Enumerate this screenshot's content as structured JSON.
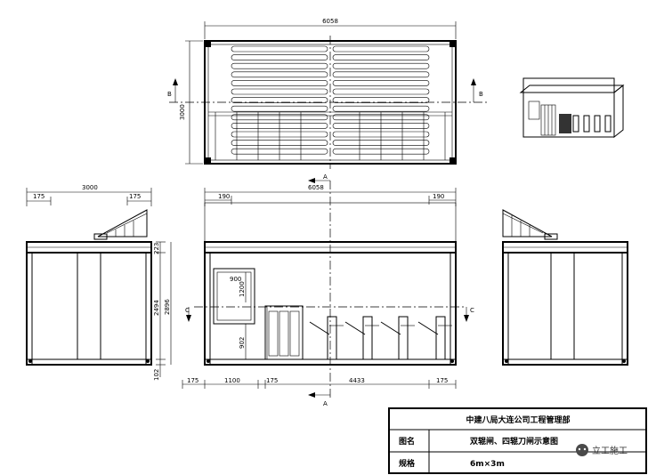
{
  "dimensions": {
    "top_width": "6058",
    "top_height": "3000",
    "side_width": "3000",
    "side_left_offset": "175",
    "side_right_offset": "175",
    "front_width": "6058",
    "front_left_offset": "190",
    "front_right_offset": "190",
    "right_h_1": "223",
    "right_h_2": "2494",
    "right_h_3": "2896",
    "right_h_4": "102",
    "window_w": "900",
    "window_h": "1200",
    "window_sill": "902",
    "bottom_1": "175",
    "bottom_2": "1100",
    "bottom_3": "175",
    "bottom_4": "4433",
    "bottom_5": "175"
  },
  "section_marks": {
    "b_left": "B",
    "b_right": "B",
    "a_top": "A",
    "a_bottom": "A",
    "c_left": "C",
    "c_right": "C"
  },
  "title_block": {
    "company": "中建八局大连公司工程管理部",
    "name_label": "图名",
    "name_value": "双辊闸、四辊刀闸示意图",
    "spec_label": "规格",
    "spec_value": "6m×3m"
  },
  "watermark": "立工施工"
}
